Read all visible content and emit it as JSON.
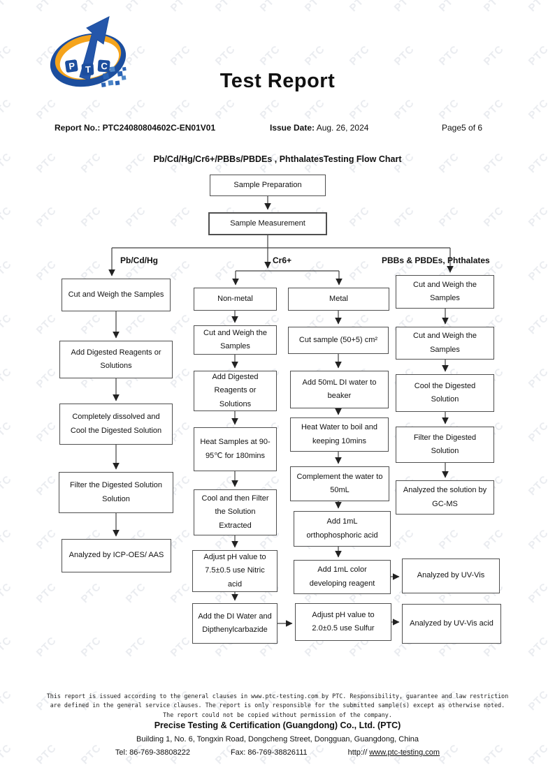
{
  "header": {
    "logo_text": "PTC",
    "title": "Test Report",
    "report_no_label": "Report No.:",
    "report_no": "PTC24080804602C-EN01V01",
    "issue_date_label": "Issue Date:",
    "issue_date": "Aug. 26, 2024",
    "page_info": "Page5 of 6"
  },
  "flow": {
    "title": "Pb/Cd/Hg/Cr6+/PBBs/PBDEs , PhthalatesTesting Flow Chart",
    "branch_labels": {
      "left": "Pb/Cd/Hg",
      "center": "Cr6+",
      "right": "PBBs & PBDEs, Phthalates"
    },
    "nodes": {
      "sample_preparation": "Sample Preparation",
      "sample_measurement": "Sample Measurement",
      "pb_cut": "Cut and Weigh the Samples",
      "pb_digest": "Add Digested Reagents or Solutions",
      "pb_dissolve": "Completely dissolved and Cool the Digested Solution",
      "pb_filter": "Filter the Digested Solution Solution",
      "pb_analyze": "Analyzed by ICP-OES/ AAS",
      "nm_header": "Non-metal",
      "nm_cut": "Cut and Weigh the Samples",
      "nm_digest": "Add Digested Reagents or Solutions",
      "nm_heat": "Heat Samples at 90-95℃  for 180mins",
      "nm_cool": "Cool and then Filter the Solution Extracted",
      "nm_ph": "Adjust pH value to 7.5±0.5 use Nitric acid",
      "nm_di": "Add the DI Water and Dipthenylcarbazide",
      "mt_header": "Metal",
      "mt_cut": "Cut sample (50+5) cm²",
      "mt_water": "Add 50mL DI water to beaker",
      "mt_heat": "Heat Water to boil and keeping 10mins",
      "mt_complement": "Complement the water to 50mL",
      "mt_ortho": "Add 1mL orthophosphoric acid",
      "mt_color": "Add 1mL color developing reagent",
      "mt_ph": "Adjust pH value to 2.0±0.5 use Sulfur",
      "ph_cut1": "Cut and Weigh the Samples",
      "ph_cut2": "Cut and Weigh the Samples",
      "ph_cool": "Cool the Digested Solution",
      "ph_filter": "Filter the Digested Solution",
      "ph_gcms": "Analyzed the solution by GC-MS",
      "uv1": "Analyzed by UV-Vis",
      "uv2": "Analyzed by UV-Vis acid"
    }
  },
  "footer": {
    "disclaimer_line1": "This report is issued according to the general clauses in www.ptc-testing.com by PTC. Responsibility, guarantee and law restriction",
    "disclaimer_line2": "are defined in the general service clauses. The report is only responsible for the submitted sample(s) except as otherwise noted.",
    "disclaimer_line3": "The report could not be copied without permission of the company.",
    "company": "Precise Testing & Certification (Guangdong) Co., Ltd. (PTC)",
    "address": "Building 1, No. 6, Tongxin Road, Dongcheng Street, Dongguan, Guangdong, China",
    "tel": "Tel: 86-769-38808222",
    "fax": "Fax: 86-769-38826111",
    "web_label": "http://",
    "web_url": "www.ptc-testing.com"
  },
  "watermark": {
    "text": "PTC"
  },
  "colors": {
    "logo_blue": "#1c4e9e",
    "logo_blue_light": "#3e7bc4",
    "logo_orange": "#f5a41c"
  }
}
